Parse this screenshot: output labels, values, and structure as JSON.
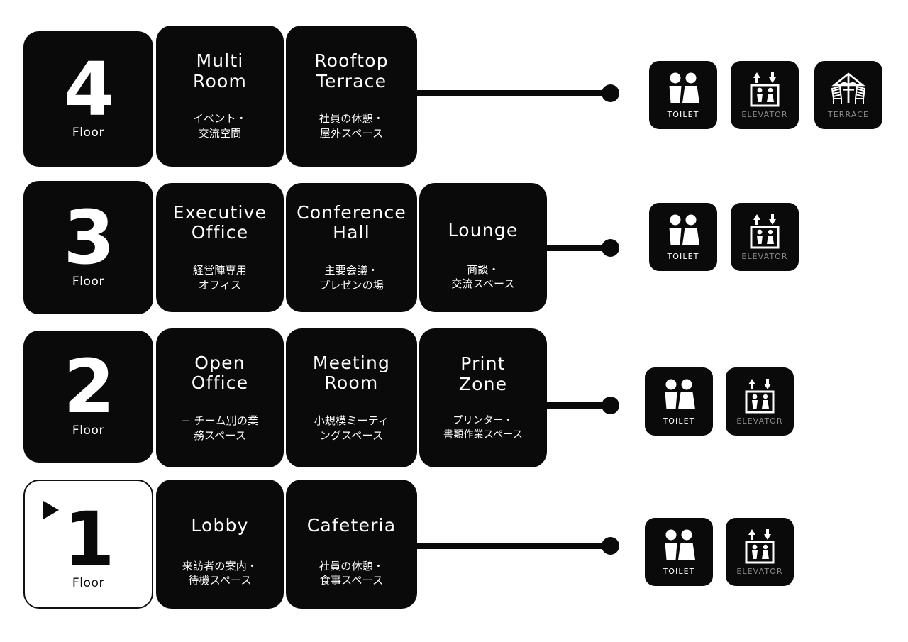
{
  "meta": {
    "floor_word": "Floor",
    "marker_icon": "play-triangle-marker-icon"
  },
  "floors": [
    {
      "number": "4",
      "floor_word": "Floor",
      "active": false,
      "rooms": [
        {
          "title": "Multi\nRoom",
          "title_line1": "Multi",
          "title_line2": "Room",
          "sub_line1": "イベント・",
          "sub_line2": "交流空間"
        },
        {
          "title": "Rooftop\nTerrace",
          "title_line1": "Rooftop",
          "title_line2": "Terrace",
          "sub_line1": "社員の休憩・",
          "sub_line2": "屋外スペース"
        }
      ],
      "amenities": [
        {
          "label": "TOILET",
          "icon": "toilet-icon",
          "dim": false
        },
        {
          "label": "ELEVATOR",
          "icon": "elevator-icon",
          "dim": true
        },
        {
          "label": "TERRACE",
          "icon": "terrace-icon",
          "dim": true
        }
      ]
    },
    {
      "number": "3",
      "floor_word": "Floor",
      "active": false,
      "rooms": [
        {
          "title_line1": "Executive",
          "title_line2": "Office",
          "sub_line1": "経営陣専用",
          "sub_line2": "オフィス"
        },
        {
          "title_line1": "Conference",
          "title_line2": "Hall",
          "sub_line1": "主要会議・",
          "sub_line2": "プレゼンの場"
        },
        {
          "title_line1": "Lounge",
          "title_line2": "",
          "sub_line1": "商談・",
          "sub_line2": "交流スペース"
        }
      ],
      "amenities": [
        {
          "label": "TOILET",
          "icon": "toilet-icon",
          "dim": false
        },
        {
          "label": "ELEVATOR",
          "icon": "elevator-icon",
          "dim": true
        }
      ]
    },
    {
      "number": "2",
      "floor_word": "Floor",
      "active": false,
      "rooms": [
        {
          "title_line1": "Open",
          "title_line2": "Office",
          "sub_line1": "− チーム別の業",
          "sub_line2": "務スペース"
        },
        {
          "title_line1": "Meeting",
          "title_line2": "Room",
          "sub_line1": "小規模ミーティ",
          "sub_line2": "ングスペース"
        },
        {
          "title_line1": "Print",
          "title_line2": "Zone",
          "sub_line1": "プリンター・",
          "sub_line2": "書類作業スペース"
        }
      ],
      "amenities": [
        {
          "label": "TOILET",
          "icon": "toilet-icon",
          "dim": false
        },
        {
          "label": "ELEVATOR",
          "icon": "elevator-icon",
          "dim": true
        }
      ]
    },
    {
      "number": "1",
      "floor_word": "Floor",
      "active": true,
      "rooms": [
        {
          "title_line1": "Lobby",
          "title_line2": "",
          "sub_line1": "来訪者の案内・",
          "sub_line2": "待機スペース"
        },
        {
          "title_line1": "Cafeteria",
          "title_line2": "",
          "sub_line1": "社員の休憩・",
          "sub_line2": "食事スペース"
        }
      ],
      "amenities": [
        {
          "label": "TOILET",
          "icon": "toilet-icon",
          "dim": false
        },
        {
          "label": "ELEVATOR",
          "icon": "elevator-icon",
          "dim": true
        }
      ]
    }
  ],
  "colors": {
    "card_bg": "#0a0a0a",
    "card_fg": "#ffffff",
    "active_bg": "#ffffff",
    "active_fg": "#0a0a0a",
    "page_bg": "#ffffff",
    "dim_label": "#8a8a8a"
  }
}
